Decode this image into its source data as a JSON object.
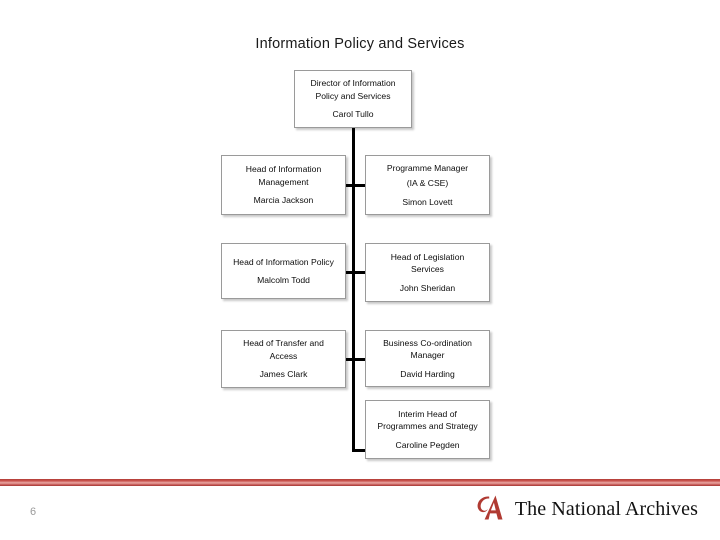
{
  "slide": {
    "title": "Information Policy and Services",
    "page_number": "6"
  },
  "org_chart": {
    "root": {
      "role": "Director of Information",
      "role_line2": "Policy and Services",
      "person": "Carol Tullo"
    },
    "nodes": [
      {
        "id": "info-mgmt",
        "column": "left",
        "role": "Head of Information",
        "role_line2": "Management",
        "person": "Marcia Jackson"
      },
      {
        "id": "prog-mgr",
        "column": "right",
        "role": "Programme Manager",
        "sub": "(IA & CSE)",
        "person": "Simon Lovett"
      },
      {
        "id": "info-policy",
        "column": "left",
        "role": "Head of Information Policy",
        "person": "Malcolm Todd"
      },
      {
        "id": "legislation",
        "column": "right",
        "role": "Head of Legislation",
        "role_line2": "Services",
        "person": "John Sheridan"
      },
      {
        "id": "transfer-access",
        "column": "left",
        "role": "Head of Transfer and",
        "role_line2": "Access",
        "person": "James Clark"
      },
      {
        "id": "business-coord",
        "column": "right",
        "role": "Business Co-ordination",
        "role_line2": "Manager",
        "person": "David Harding"
      },
      {
        "id": "interim-head",
        "column": "right",
        "role": "Interim Head of",
        "role_line2": "Programmes and Strategy",
        "person": "Caroline Pegden"
      }
    ]
  },
  "footer": {
    "brand_name": "The National Archives",
    "brand_mark_icon": "national-archives-a-monogram",
    "rule_color": "#c0504d",
    "page_number_color": "#9a9a9a"
  }
}
